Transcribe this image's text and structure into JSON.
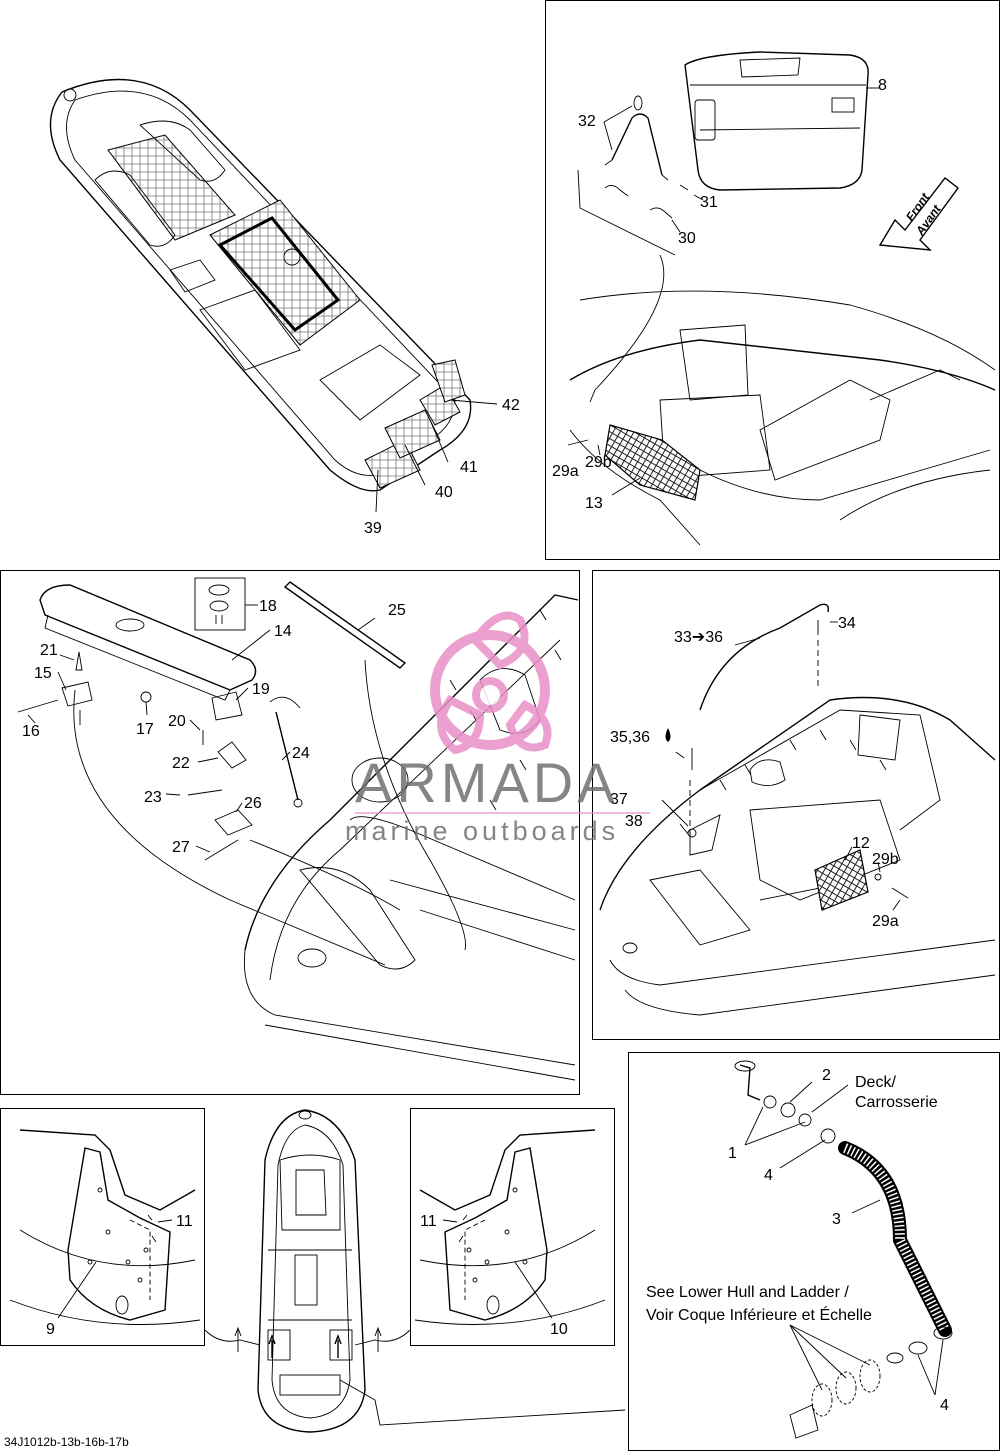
{
  "diagram_code": "34J1012b-13b-16b-17b",
  "watermark": {
    "title": "ARMADA",
    "subtitle": "marine outboards",
    "logo_color": "#e890c8",
    "text_color": "#707070"
  },
  "arrow_sign": {
    "line1": "Front",
    "line2": "Avant"
  },
  "deck_note": {
    "line1": "Deck/",
    "line2": "Carrosserie"
  },
  "hull_note": {
    "line1": "See Lower Hull and Ladder /",
    "line2": "Voir Coque Inférieure et Échelle"
  },
  "callouts": {
    "p1": [
      "42",
      "41",
      "40",
      "39"
    ],
    "p2": [
      "8",
      "32",
      "31",
      "30",
      "29a",
      "29b",
      "13"
    ],
    "p3": [
      "18",
      "25",
      "14",
      "21",
      "15",
      "16",
      "17",
      "19",
      "20",
      "22",
      "23",
      "24",
      "26",
      "27"
    ],
    "p4": [
      "33➔36",
      "34",
      "35,36",
      "37",
      "38",
      "12",
      "29b",
      "29a"
    ],
    "p5": [
      "2",
      "1",
      "4",
      "3",
      "4"
    ],
    "p6": [
      "11",
      "9"
    ],
    "p7": [
      "11",
      "10"
    ]
  }
}
